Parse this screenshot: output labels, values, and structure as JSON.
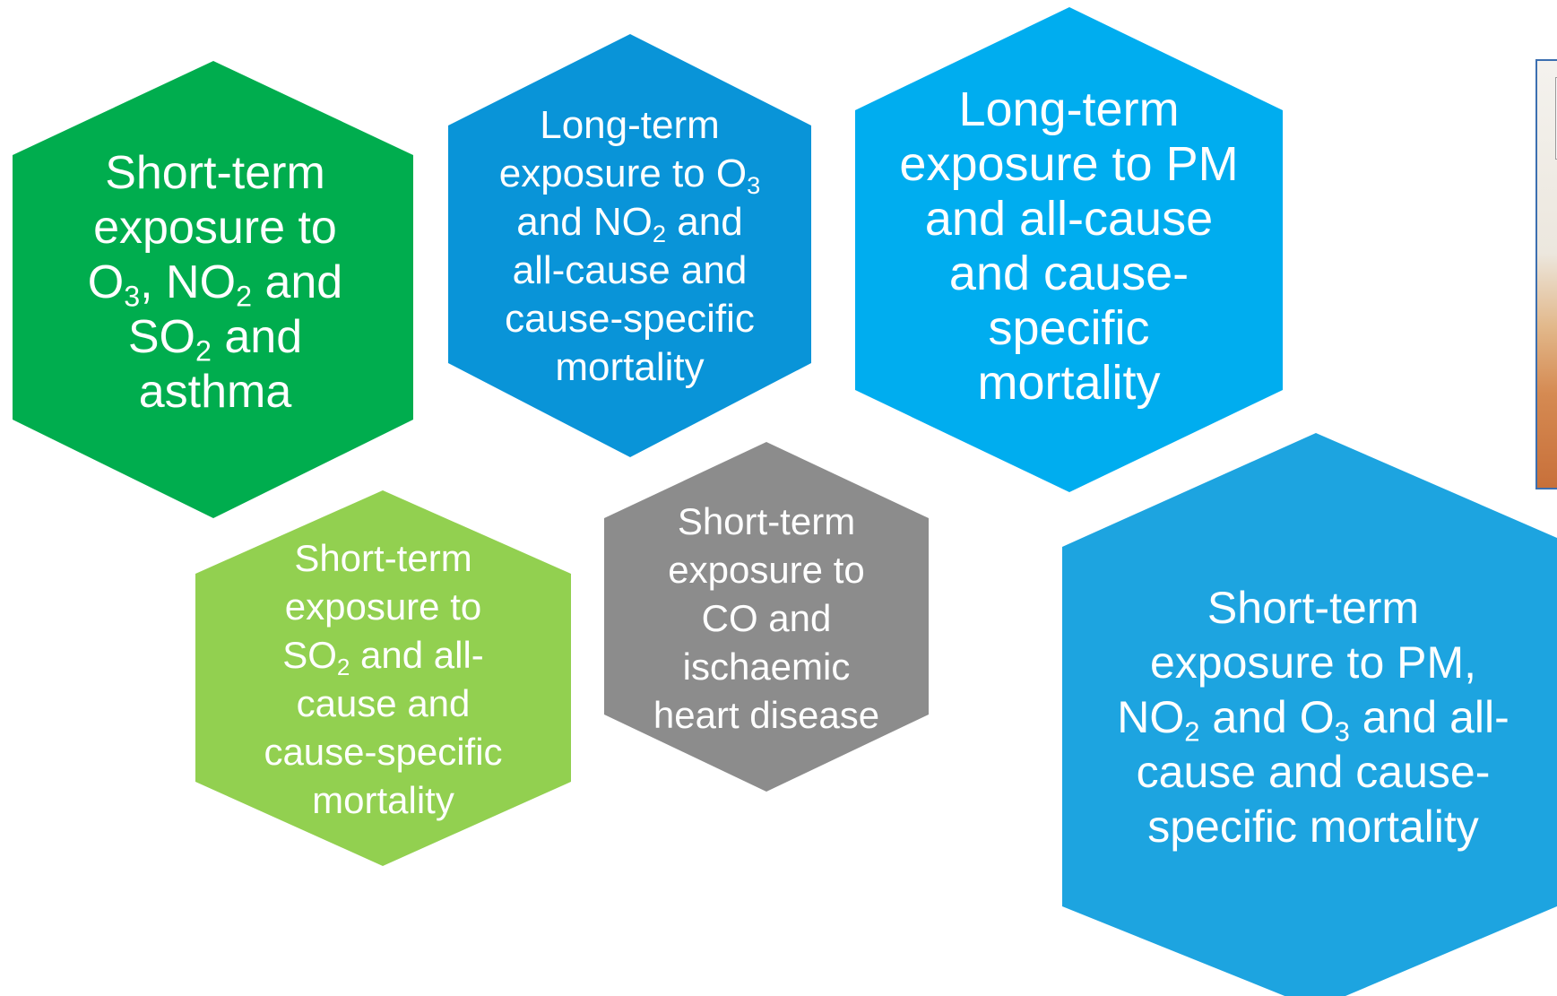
{
  "hexagons": [
    {
      "id": "h1",
      "color": "#00ad4e",
      "lines": [
        [
          {
            "t": "Short-term"
          }
        ],
        [
          {
            "t": "exposure to"
          }
        ],
        [
          {
            "t": "O"
          },
          {
            "t": "3",
            "sub": true
          },
          {
            "t": ", NO"
          },
          {
            "t": "2",
            "sub": true
          },
          {
            "t": " and"
          }
        ],
        [
          {
            "t": "SO"
          },
          {
            "t": "2",
            "sub": true
          },
          {
            "t": " and"
          }
        ],
        [
          {
            "t": "asthma"
          }
        ]
      ]
    },
    {
      "id": "h2",
      "color": "#0994d8",
      "lines": [
        [
          {
            "t": "Long-term"
          }
        ],
        [
          {
            "t": "exposure to O"
          },
          {
            "t": "3",
            "sub": true
          }
        ],
        [
          {
            "t": "and NO"
          },
          {
            "t": "2",
            "sub": true
          },
          {
            "t": " and"
          }
        ],
        [
          {
            "t": "all-cause and"
          }
        ],
        [
          {
            "t": "cause-specific"
          }
        ],
        [
          {
            "t": "mortality"
          }
        ]
      ]
    },
    {
      "id": "h3",
      "color": "#00adef",
      "lines": [
        [
          {
            "t": "Long-term"
          }
        ],
        [
          {
            "t": "exposure to PM"
          }
        ],
        [
          {
            "t": "and all-cause"
          }
        ],
        [
          {
            "t": "and cause-"
          }
        ],
        [
          {
            "t": "specific"
          }
        ],
        [
          {
            "t": "mortality"
          }
        ]
      ]
    },
    {
      "id": "h4",
      "color": "#92d050",
      "lines": [
        [
          {
            "t": "Short-term"
          }
        ],
        [
          {
            "t": "exposure to"
          }
        ],
        [
          {
            "t": "SO"
          },
          {
            "t": "2",
            "sub": true
          },
          {
            "t": " and all-"
          }
        ],
        [
          {
            "t": "cause and"
          }
        ],
        [
          {
            "t": "cause-specific"
          }
        ],
        [
          {
            "t": "mortality"
          }
        ]
      ]
    },
    {
      "id": "h5",
      "color": "#8c8c8c",
      "lines": [
        [
          {
            "t": "Short-term"
          }
        ],
        [
          {
            "t": "exposure to"
          }
        ],
        [
          {
            "t": "CO and"
          }
        ],
        [
          {
            "t": "ischaemic"
          }
        ],
        [
          {
            "t": "heart disease"
          }
        ]
      ]
    },
    {
      "id": "h6",
      "color": "#1da4e0",
      "lines": [
        [
          {
            "t": "Short-term"
          }
        ],
        [
          {
            "t": "exposure to PM,"
          }
        ],
        [
          {
            "t": "NO"
          },
          {
            "t": "2",
            "sub": true
          },
          {
            "t": " and O"
          },
          {
            "t": "3",
            "sub": true
          },
          {
            "t": " and all-"
          }
        ],
        [
          {
            "t": "cause and cause-"
          }
        ],
        [
          {
            "t": "specific mortality"
          }
        ]
      ]
    }
  ]
}
